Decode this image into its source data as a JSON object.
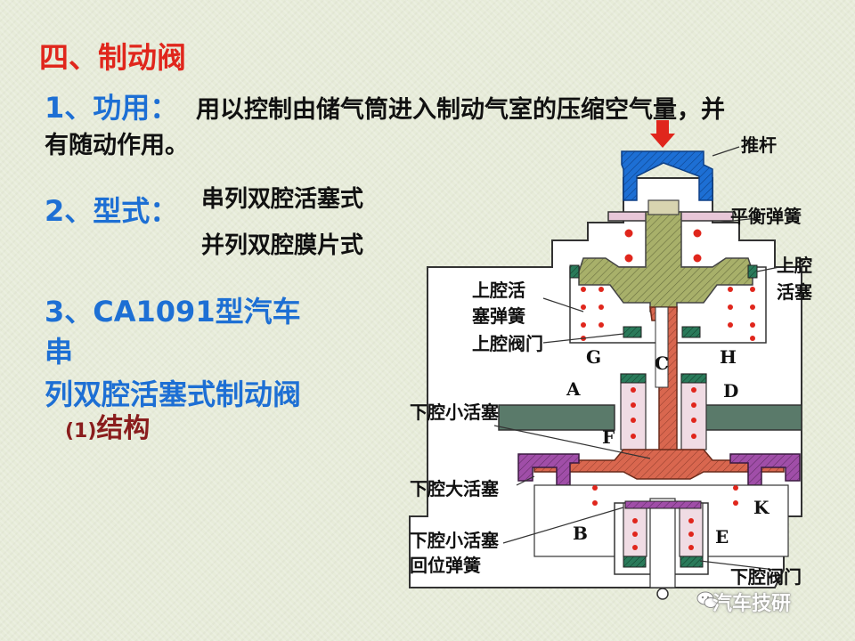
{
  "section_title": "四、制动阀",
  "item1": {
    "label": "1、功用：",
    "text": "用以控制由储气筒进入制动气室的压缩空气量，并",
    "text2": "有随动作用。"
  },
  "item2": {
    "label": "2、型式：",
    "types": [
      "串列双腔活塞式",
      "并列双腔膜片式"
    ]
  },
  "item3": {
    "line1": "3、CA1091型汽车",
    "line2": "串",
    "line3": "列双腔活塞式制动阀"
  },
  "sub1": {
    "num": "(1)",
    "text": "结构"
  },
  "diagram": {
    "labels": {
      "push_rod": "推杆",
      "balance_spring": "平衡弹簧",
      "upper_piston_l1": "上腔",
      "upper_piston_l2": "活塞",
      "upper_spring_l1": "上腔活",
      "upper_spring_l2": "塞弹簧",
      "upper_valve": "上腔阀门",
      "lower_small_piston": "下腔小活塞",
      "lower_large_piston": "下腔大活塞",
      "lower_return_spring_l1": "下腔小活塞",
      "lower_return_spring_l2": "回位弹簧",
      "lower_valve": "下腔阀门"
    },
    "letters": {
      "A": "A",
      "B": "B",
      "C": "C",
      "D": "D",
      "E": "E",
      "F": "F",
      "G": "G",
      "H": "H",
      "K": "K"
    },
    "colors": {
      "blue": "#1d6fd4",
      "olive": "#a8b06a",
      "red_orange": "#d9674f",
      "purple": "#a04ea8",
      "teal": "#2a7a5a",
      "pink": "#f0dce4",
      "dark": "#303030"
    }
  },
  "watermark": "汽车技研"
}
